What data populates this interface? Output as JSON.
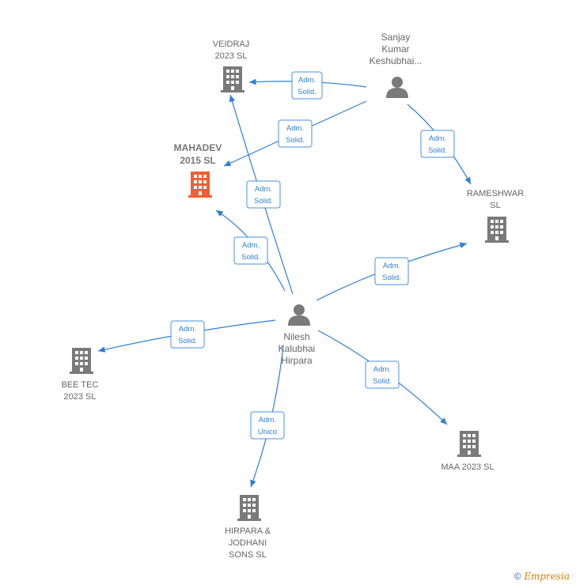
{
  "colors": {
    "edge": "#2e7fd6",
    "building": "#7a7a7a",
    "focus_building": "#f06030"
  },
  "nodes": {
    "veidraj": {
      "label_lines": [
        "VEIDRAJ",
        "2023  SL"
      ],
      "icon": "building-icon"
    },
    "mahadev": {
      "label_lines": [
        "MAHADEV",
        "2015  SL"
      ],
      "icon": "building-icon",
      "highlighted": true
    },
    "rameshwar": {
      "label_lines": [
        "RAMESHWAR",
        "SL"
      ],
      "icon": "building-icon"
    },
    "beetec": {
      "label_lines": [
        "BEE TEC",
        "2023  SL"
      ],
      "icon": "building-icon"
    },
    "maa": {
      "label_lines": [
        "MAA 2023  SL"
      ],
      "icon": "building-icon"
    },
    "hirpara_jodhani": {
      "label_lines": [
        "HIRPARA &",
        "JODHANI",
        "SONS  SL"
      ],
      "icon": "building-icon"
    },
    "sanjay": {
      "label_lines": [
        "Sanjay",
        "Kumar",
        "Keshubhai..."
      ],
      "icon": "person-icon"
    },
    "nilesh": {
      "label_lines": [
        "Nilesh",
        "Kalubhai",
        "Hirpara"
      ],
      "icon": "person-icon"
    }
  },
  "edges": [
    {
      "id": "sanjay-veidraj",
      "label_lines": [
        "Adm.",
        "Solid."
      ]
    },
    {
      "id": "sanjay-mahadev",
      "label_lines": [
        "Adm.",
        "Solid."
      ]
    },
    {
      "id": "sanjay-rameshwar",
      "label_lines": [
        "Adm.",
        "Solid."
      ]
    },
    {
      "id": "nilesh-veidraj",
      "label_lines": [
        "Adm.",
        "Solid."
      ]
    },
    {
      "id": "nilesh-mahadev",
      "label_lines": [
        "Adm.",
        "Solid."
      ]
    },
    {
      "id": "nilesh-rameshwar",
      "label_lines": [
        "Adm.",
        "Solid."
      ]
    },
    {
      "id": "nilesh-beetec",
      "label_lines": [
        "Adm.",
        "Solid."
      ]
    },
    {
      "id": "nilesh-maa",
      "label_lines": [
        "Adm.",
        "Solid."
      ]
    },
    {
      "id": "nilesh-hirpara",
      "label_lines": [
        "Adm.",
        "Unico"
      ]
    }
  ],
  "credit": {
    "symbol": "©",
    "brand": "Empresia"
  }
}
